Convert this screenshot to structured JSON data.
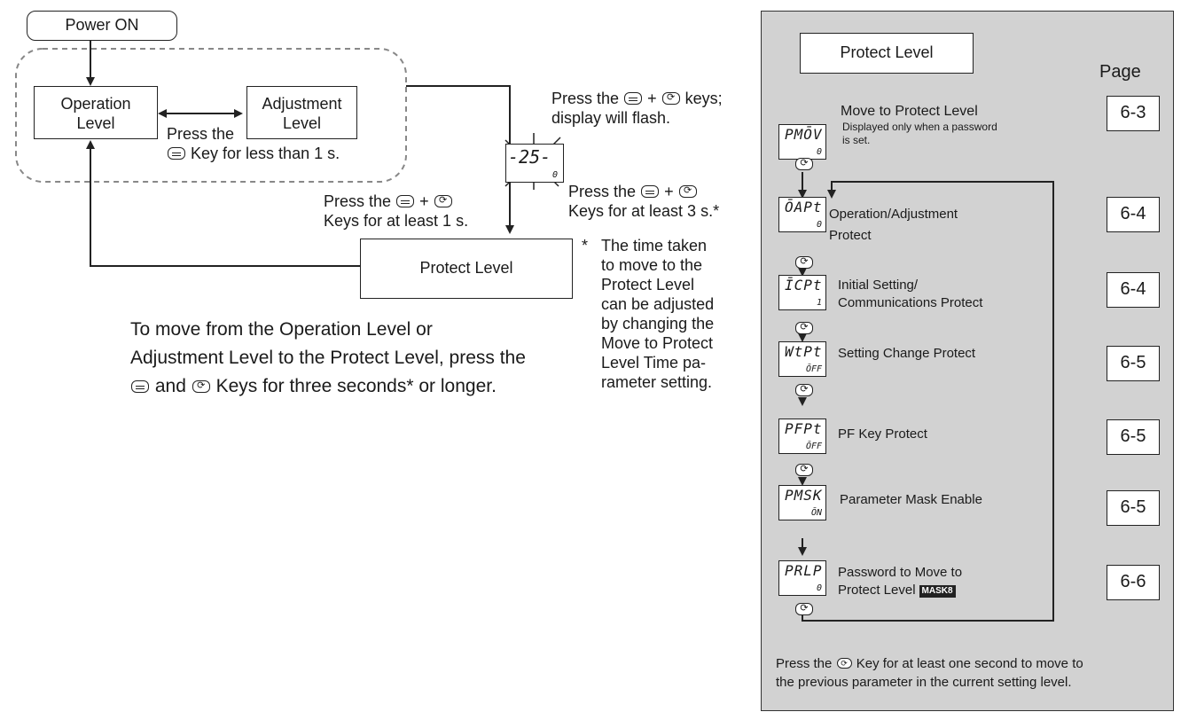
{
  "left": {
    "power_on": "Power ON",
    "operation_level": [
      "Operation",
      "Level"
    ],
    "adjustment_level": [
      "Adjustment",
      "Level"
    ],
    "press_less_1": "Press the",
    "press_less_2": "Key for less than 1 s.",
    "press_keys_flash_1": "Press the",
    "press_keys_flash_1b": "keys;",
    "press_keys_flash_2": "display will flash.",
    "press_1s_1": "Press the",
    "press_1s_2": "Keys for at least 1 s.",
    "press_3s_1": "Press the",
    "press_3s_2": "Keys for at least 3 s.*",
    "flash_display": "-25-",
    "flash_display_sub": "0",
    "protect_level_box": "Protect Level",
    "asterisk": "*",
    "footnote": [
      "The time taken",
      "to move to the",
      "Protect Level",
      "can be adjusted",
      "by changing the",
      "Move to Protect",
      "Level Time pa-",
      "rameter setting."
    ],
    "instruction": [
      "To move from the Operation Level or",
      "Adjustment Level to the Protect Level, press the",
      "and",
      "Keys for three seconds* or longer."
    ]
  },
  "panel": {
    "title": "Protect Level",
    "page_header": "Page",
    "params": [
      {
        "code": "PMŌV",
        "value": "0",
        "label": "Move to Protect Level",
        "sublabel": "Displayed only when a password",
        "sublabel2": "is set.",
        "page": "6-3"
      },
      {
        "code": "ŌAPt",
        "value": "0",
        "label": "Operation/Adjustment",
        "label2": "Protect",
        "page": "6-4"
      },
      {
        "code": "ĪCPt",
        "value": "1",
        "label": "Initial Setting/",
        "label2": "Communications Protect",
        "page": "6-4"
      },
      {
        "code": "WtPt",
        "value": "ŌFF",
        "label": "Setting Change Protect",
        "page": "6-5"
      },
      {
        "code": "PFPt",
        "value": "ŌFF",
        "label": "PF Key Protect",
        "page": "6-5"
      },
      {
        "code": "PMSK",
        "value": "ŌN",
        "label": "Parameter Mask Enable",
        "page": "6-5"
      },
      {
        "code": "PRLP",
        "value": "0",
        "label": "Password to Move to",
        "label2": "Protect Level",
        "badge": "MASK8",
        "page": "6-6"
      }
    ],
    "note": [
      "Press the",
      "Key for at least one second to move to",
      "the previous parameter in the current setting level."
    ]
  }
}
